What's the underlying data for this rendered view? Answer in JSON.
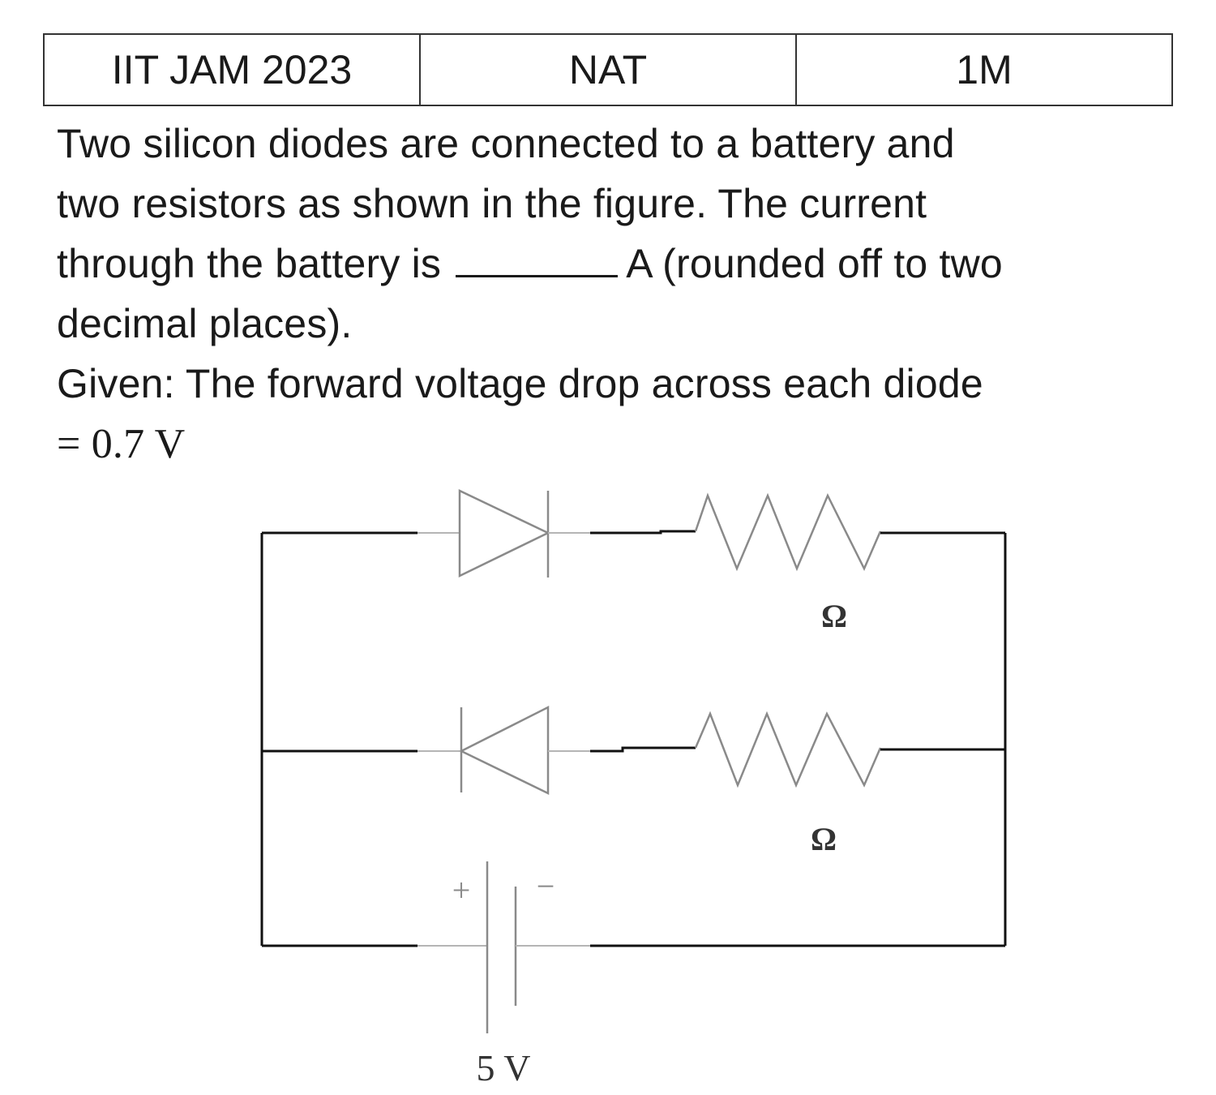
{
  "header": {
    "exam": "IIT JAM 2023",
    "type": "NAT",
    "marks": "1M"
  },
  "question": {
    "line1": "Two silicon diodes are connected to a battery and",
    "line2": "two resistors as shown in the figure. The current",
    "line3_before_blank": "through the battery is",
    "line3_after_blank": "A (rounded off to two",
    "line4": "decimal places).",
    "given_text": "Given: The forward voltage drop across each diode",
    "given_value": "= 0.7 V"
  },
  "circuit": {
    "resistor_top_label": "Ω",
    "resistor_bottom_label": "Ω",
    "battery_plus": "+",
    "battery_minus": "−",
    "battery_label": "5 V"
  },
  "colors": {
    "wire": "#111111",
    "component_gray": "#8a8a8a",
    "light_wire": "#b5b5b5"
  }
}
